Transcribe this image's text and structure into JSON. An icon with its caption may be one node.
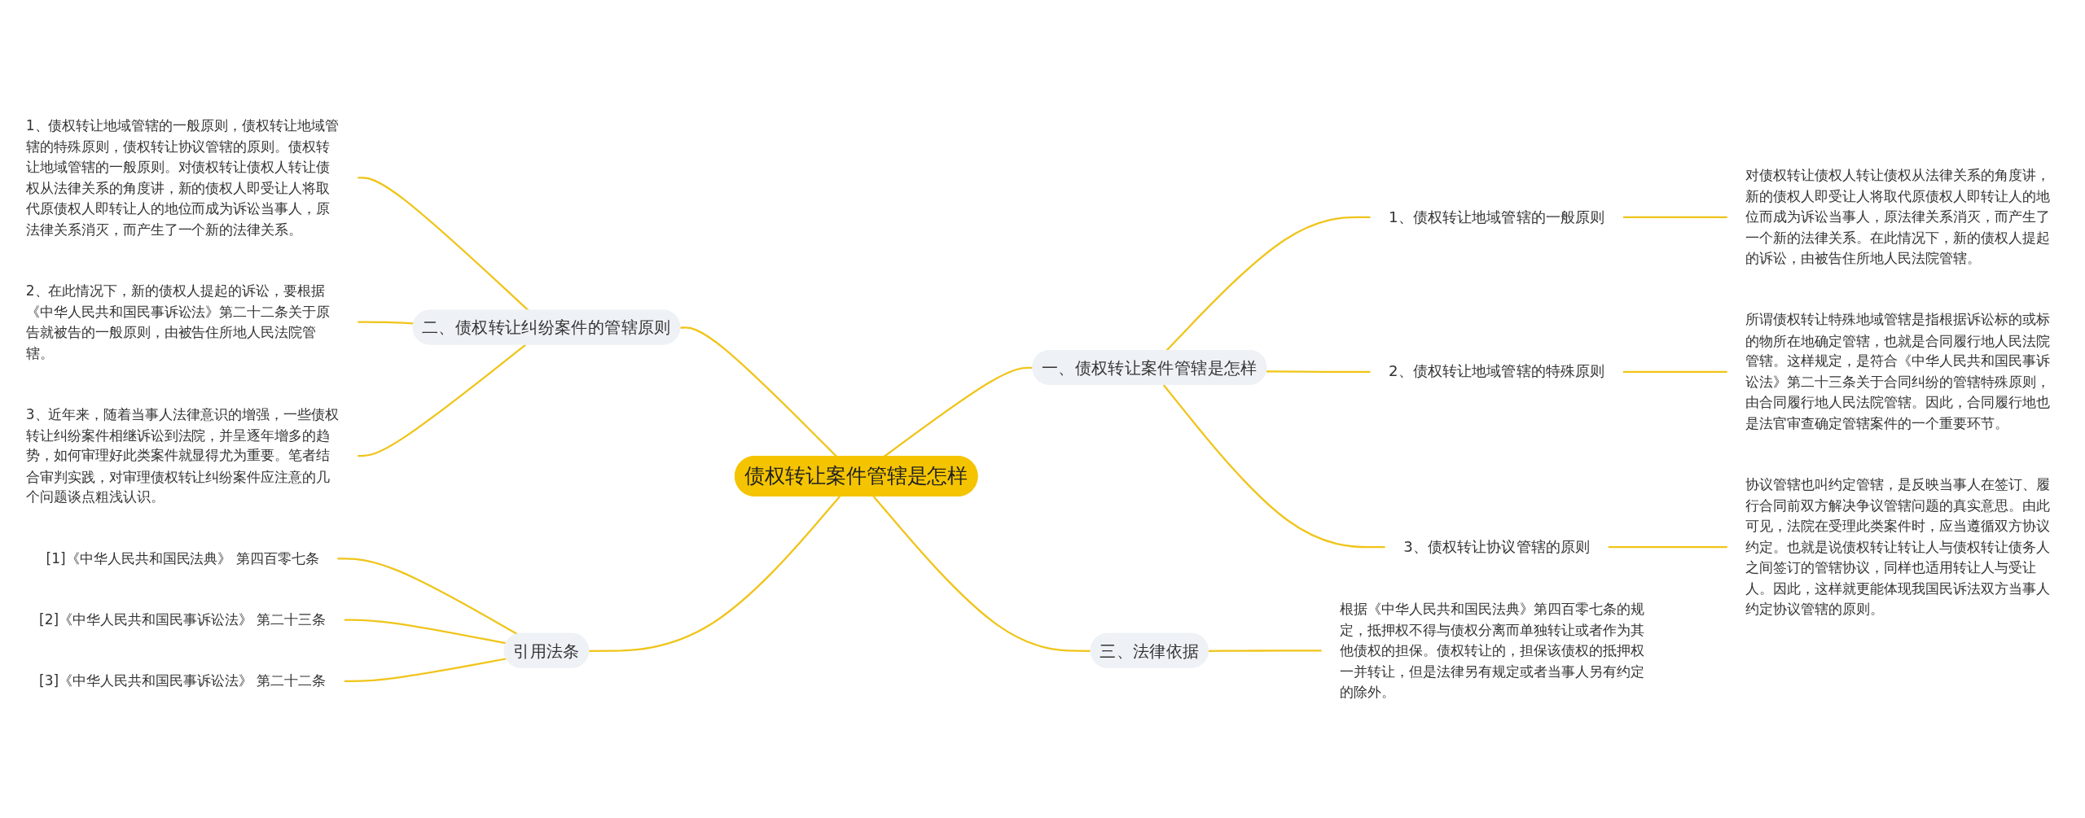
{
  "diagram": {
    "nodes": [
      {
        "text": [
          "债权转让案件管辖是怎样"
        ]
      },
      {
        "text": [
          "一、债权转让案件管辖是怎样"
        ]
      },
      {
        "text": [
          "1、债权转让地域管辖的一般原则"
        ]
      },
      {
        "text": [
          "对债权转让债权人转让债权从法律关系的角度讲，新的债权人即受让人将取代原债权人即转让人的地位而成为诉讼当事人，原法律关系消灭，而产生了一个新的法律关系。在此情况下，新的债权人提起的诉讼，由被告住所地人民法院管辖。"
        ]
      },
      {
        "text": [
          "2、债权转让地域管辖的特殊原则"
        ]
      },
      {
        "text": [
          "所谓债权转让特殊地域管辖是指根据诉讼标的或标的物所在地确定管辖，也就是合同履行地人民法院管辖。这样规定，是符合《中华人民共和国民事诉讼法》第二十三条关于合同纠纷的管辖特殊原则，由合同履行地人民法院管辖。因此，合同履行地也是法官审查确定管辖案件的一个重要环节。"
        ]
      },
      {
        "text": [
          "3、债权转让协议管辖的原则"
        ]
      },
      {
        "text": [
          "协议管辖也叫约定管辖，是反映当事人在签订、履行合同前双方解决争议管辖问题的真实意思。由此可见，法院在受理此类案件时，应当遵循双方协议约定。也就是说债权转让转让人与债权转让债务人之间签订的管辖协议，同样也适用转让人与受让人。因此，这样就更能体现我国民诉法双方当事人约定协议管辖的原则。"
        ]
      },
      {
        "text": [
          "三、法律依据"
        ]
      },
      {
        "text": [
          "根据《中华人民共和国民法典》第四百零七条的规定，抵押权不得与债权分离而单独转让或者作为其他债权的担保。债权转让的，担保该债权的抵押权一并转让，但是法律另有规定或者当事人另有约定的除外。"
        ]
      },
      {
        "text": [
          "二、债权转让纠纷案件的管辖原则"
        ]
      },
      {
        "text": [
          "1、债权转让地域管辖的一般原则，债权转让地域管辖的特殊原则，债权转让协议管辖的原则。债权转让地域管辖的一般原则。对债权转让债权人转让债权从法律关系的角度讲，新的债权人即受让人将取代原债权人即转让人的地位而成为诉讼当事人，原法律关系消灭，而产生了一个新的法律关系。"
        ]
      },
      {
        "text": [
          "2、在此情况下，新的债权人提起的诉讼，要根据《中华人民共和国民事诉讼法》第二十二条关于原告就被告的一般原则，由被告住所地人民法院管辖。"
        ]
      },
      {
        "text": [
          "3、近年来，随着当事人法律意识的增强，一些债权转让纠纷案件相继诉讼到法院，并呈逐年增多的趋势，如何审理好此类案件就显得尤为重要。笔者结合审判实践，对审理债权转让纠纷案件应注意的几个问题谈点粗浅认识。"
        ]
      },
      {
        "text": [
          "引用法条"
        ]
      },
      {
        "text": [
          "[1]《中华人民共和国民法典》 第四百零七条"
        ]
      },
      {
        "text": [
          "[2]《中华人民共和国民事诉讼法》 第二十三条"
        ]
      },
      {
        "text": [
          "[3]《中华人民共和国民事诉讼法》 第二十二条"
        ]
      }
    ],
    "edges": [
      {
        "from": 0,
        "to": 1,
        "arrow": "none"
      },
      {
        "from": 1,
        "to": 2,
        "arrow": "none"
      },
      {
        "from": 2,
        "to": 3,
        "arrow": "none"
      },
      {
        "from": 1,
        "to": 4,
        "arrow": "none"
      },
      {
        "from": 4,
        "to": 5,
        "arrow": "none"
      },
      {
        "from": 1,
        "to": 6,
        "arrow": "none"
      },
      {
        "from": 6,
        "to": 7,
        "arrow": "none"
      },
      {
        "from": 0,
        "to": 8,
        "arrow": "none"
      },
      {
        "from": 8,
        "to": 9,
        "arrow": "none"
      },
      {
        "from": 10,
        "to": 0,
        "arrow": "none"
      },
      {
        "from": 11,
        "to": 10,
        "arrow": "none"
      },
      {
        "from": 12,
        "to": 10,
        "arrow": "none"
      },
      {
        "from": 13,
        "to": 10,
        "arrow": "none"
      },
      {
        "from": 14,
        "to": 0,
        "arrow": "none"
      },
      {
        "from": 15,
        "to": 14,
        "arrow": "none"
      },
      {
        "from": 16,
        "to": 14,
        "arrow": "none"
      },
      {
        "from": 17,
        "to": 14,
        "arrow": "none"
      }
    ]
  }
}
